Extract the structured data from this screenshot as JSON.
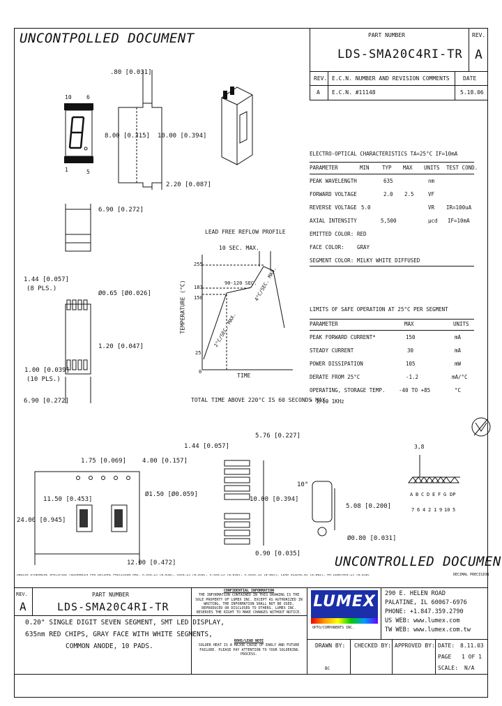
{
  "header": {
    "uncontrolled_top": "UNCONTPOLLED DOCUMENT",
    "part_number_label": "PART NUMBER",
    "part_number": "LDS-SMA20C4RI-TR",
    "rev_label": "REV.",
    "rev_value": "A"
  },
  "revision_table": {
    "col_rev": "REV.",
    "col_ecn": "E.C.N. NUMBER AND REVISION COMMENTS",
    "col_date": "DATE",
    "rows": [
      {
        "rev": "A",
        "ecn": "E.C.N. #11148",
        "date": "5.18.06"
      }
    ]
  },
  "dimensions": {
    "d1": ".80 [0.031]",
    "d2": "8.00 [0.315]",
    "d3": "10.00 [0.394]",
    "d4": "2.20 [0.087]",
    "d5": "6.90 [0.272]",
    "d6": "1.44 [0.057]",
    "d6b": "(8 PLS.)",
    "d7": "Ø0.65 [Ø0.026]",
    "d8": "1.20 [0.047]",
    "d9": "1.00 [0.039]",
    "d9b": "(10 PLS.)",
    "d10": "6.90 [0.272]",
    "pin_top_left": "10",
    "pin_top_right": "6",
    "pin_bottom_left": "1",
    "pin_bottom_right": "5"
  },
  "reflow": {
    "title": "LEAD FREE REFLOW PROFILE",
    "ten_sec": "10 SEC. MAX.",
    "y_axis": "TEMPERATURE (°C)",
    "x_axis": "TIME",
    "y_ticks": [
      "255",
      "183",
      "150",
      "25",
      "0"
    ],
    "ramp_label": "2°C/SEC. MAX.",
    "hold_label": "90-120 SEC.",
    "cool_label": "4°C/SEC. MAX.",
    "note": "TOTAL TIME ABOVE 220°C IS 60 SECONDS MAX."
  },
  "eo_table": {
    "title": "ELECTRO-OPTICAL CHARACTERISTICS TA=25°C    IF=10mA",
    "headers": [
      "PARAMETER",
      "MIN",
      "TYP",
      "MAX",
      "UNITS",
      "TEST COND."
    ],
    "rows": [
      [
        "PEAK WAVELENGTH",
        "",
        "635",
        "",
        "nm",
        ""
      ],
      [
        "FORWARD VOLTAGE",
        "",
        "2.0",
        "2.5",
        "VF",
        ""
      ],
      [
        "REVERSE VOLTAGE",
        "5.0",
        "",
        "",
        "VR",
        "IR=100uA"
      ],
      [
        "AXIAL INTENSITY",
        "",
        "5,500",
        "",
        "μcd",
        "IF=10mA"
      ],
      [
        "EMITTED COLOR:",
        "RED",
        "",
        "",
        "",
        ""
      ],
      [
        "FACE COLOR:",
        "GRAY",
        "",
        "",
        "",
        ""
      ],
      [
        "SEGMENT COLOR:",
        "MILKY WHITE DIFFUSED",
        "",
        "",
        "",
        ""
      ]
    ]
  },
  "limits_table": {
    "title": "LIMITS OF SAFE OPERATION AT 25°C   PER SEGMENT",
    "headers": [
      "PARAMETER",
      "MAX",
      "UNITS"
    ],
    "rows": [
      [
        "PEAK FORWARD CURRENT*",
        "150",
        "mA"
      ],
      [
        "STEADY CURRENT",
        "30",
        "mA"
      ],
      [
        "POWER DISSIPATION",
        "105",
        "mW"
      ],
      [
        "DERATE FROM 25°C",
        "-1.2",
        "mA/°C"
      ],
      [
        "OPERATING, STORAGE TEMP.",
        "-40 TO +85",
        "°C"
      ]
    ],
    "footnote": "* 1/10 1KHz"
  },
  "tape": {
    "d1": "1.75 [0.069]",
    "d2": "4.00 [0.157]",
    "d3": "Ø1.50 [Ø0.059]",
    "d4": "11.50 [0.453]",
    "d5": "24.00 [0.945]",
    "d6": "12.00 [0.472]",
    "d7": "1.44 [0.057]",
    "d8": "5.76 [0.227]",
    "d9": "10.00 [0.394]",
    "d10": "0.90 [0.035]",
    "d11": "10°",
    "d12": "5.08 [0.200]",
    "d13": "Ø0.80 [0.031]"
  },
  "circuit": {
    "label_top": "3,8",
    "segments": [
      "A",
      "B",
      "C",
      "D",
      "E",
      "F",
      "G",
      "DP"
    ],
    "pins": [
      "7",
      "6",
      "4",
      "2",
      "1",
      "9",
      "10",
      "5"
    ]
  },
  "bottom": {
    "uncontrolled": "UNCONTROLLED DOCUMENT",
    "tolerance_note": "UNLESS OTHERWISE SPECIFIED TOLERANCES PER DECIMAL PRECISION ARE: X.X=±.25 [0.010], XX=±.25 [0.010], X.X=±.25 [0.010], X.XX=±.13 [0.005], LEAD SIZE=±.05 [0.002], MM LENGTH=±.25 [0.010]",
    "precision_note": "DECIMAL PRECISION",
    "rev_label": "REV.",
    "rev_value": "A",
    "part_number_label": "PART NUMBER",
    "part_number": "LDS-SMA20C4RI-TR",
    "description": [
      "0.20\" SINGLE DIGIT SEVEN SEGMENT, SMT LED DISPLAY,",
      "635nm RED CHIPS, GRAY FACE WITH WHITE SEGMENTS,",
      "COMMON ANODE, 10 PADS."
    ],
    "confidential_title": "CONFIDENTIAL INFORMATION",
    "confidential_text": "THE INFORMATION CONTAINED IN THIS DRAWING IS THE SOLE PROPERTY OF LUMEX INC. EXCEPT AS AUTHORIZED IN WRITING, THE INFORMATION SHALL NOT BE USED, REPRODUCED OR DISCLOSED TO OTHERS. LUMEX INC. RESERVES THE RIGHT TO MAKE CHANGES WITHOUT NOTICE.",
    "rohs_title": "ROHS/LEAD NOTE",
    "rohs_text": "SOLDER HEAT IS A MAJOR CAUSE OF EARLY AND FUTURE FAILURE. PLEASE PAY ATTENTION TO YOUR SOLDERING PROCESS.",
    "logo": "LUMEX",
    "logo_sub": "OPTO/COMPONENTS INC.",
    "address": [
      "290 E. HELEN ROAD",
      "PALATINE, IL 60067-6976",
      "PHONE: +1.847.359.2790",
      "US WEB: www.lumex.com",
      "TW WEB: www.lumex.com.tw"
    ],
    "drawn_by_label": "DRAWN BY:",
    "drawn_by": "BC",
    "checked_by_label": "CHECKED BY:",
    "approved_by_label": "APPROVED BY:",
    "date_label": "DATE:",
    "date_value": "8.11.03",
    "page_label": "PAGE",
    "page_value": "1 OF 1",
    "scale_label": "SCALE:",
    "scale_value": "N/A"
  }
}
